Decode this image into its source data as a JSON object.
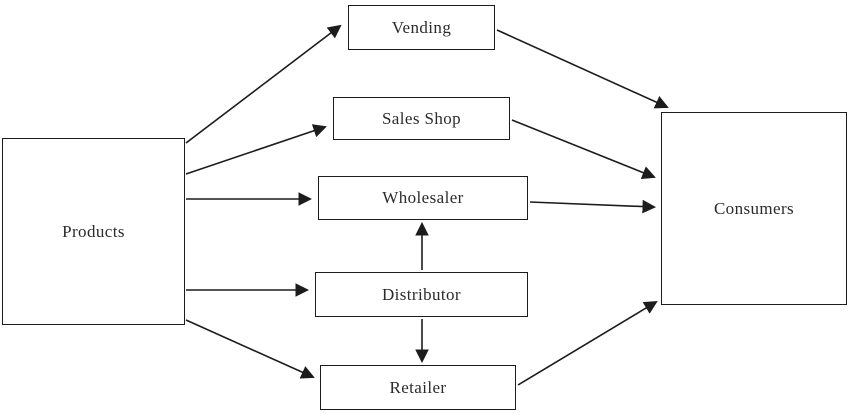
{
  "diagram": {
    "type": "flow-diagram",
    "topic": "Distribution channels from Products to Consumers",
    "colors": {
      "background": "#ffffff",
      "line": "#1c1c1c",
      "box_border": "#1c1c1c",
      "text": "#2b2b2b"
    },
    "nodes": {
      "products": {
        "label": "Products"
      },
      "vending": {
        "label": "Vending"
      },
      "sales_shop": {
        "label": "Sales Shop"
      },
      "wholesaler": {
        "label": "Wholesaler"
      },
      "distributor": {
        "label": "Distributor"
      },
      "retailer": {
        "label": "Retailer"
      },
      "consumers": {
        "label": "Consumers"
      }
    },
    "edges": [
      {
        "from": "Products",
        "to": "Vending"
      },
      {
        "from": "Products",
        "to": "Sales Shop"
      },
      {
        "from": "Products",
        "to": "Wholesaler"
      },
      {
        "from": "Products",
        "to": "Distributor"
      },
      {
        "from": "Products",
        "to": "Retailer"
      },
      {
        "from": "Vending",
        "to": "Consumers"
      },
      {
        "from": "Sales Shop",
        "to": "Consumers"
      },
      {
        "from": "Wholesaler",
        "to": "Consumers"
      },
      {
        "from": "Retailer",
        "to": "Consumers"
      },
      {
        "from": "Distributor",
        "to": "Wholesaler"
      },
      {
        "from": "Distributor",
        "to": "Retailer"
      }
    ]
  }
}
